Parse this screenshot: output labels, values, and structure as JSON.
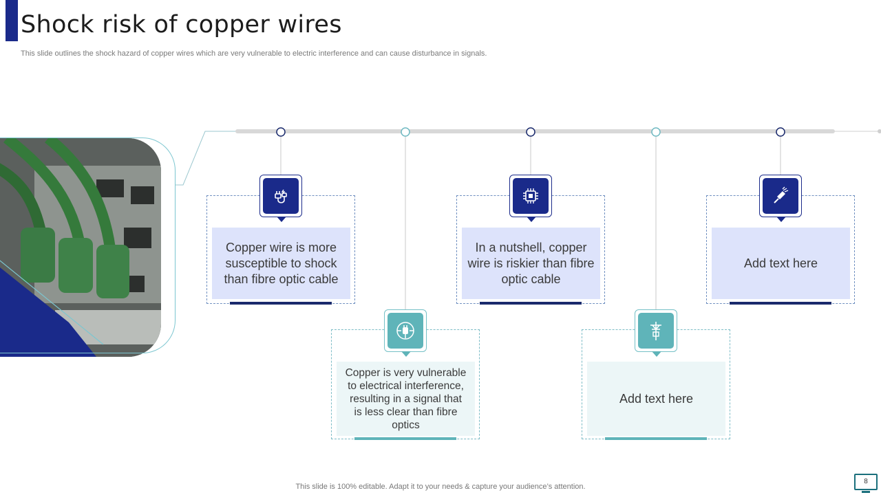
{
  "header": {
    "title": "Shock risk of copper wires",
    "subtitle": "This slide outlines the shock hazard of copper wires which are very vulnerable to electric interference and can cause disturbance in signals."
  },
  "cards": [
    {
      "text": "Copper wire is more susceptible to shock than fibre optic cable",
      "icon": "cable-plug-icon",
      "style": "navy"
    },
    {
      "text": "Copper is very vulnerable  to electrical interference, resulting in a signal that is less clear than fibre optics",
      "icon": "plug-cable-icon",
      "style": "teal"
    },
    {
      "text": "In a nutshell, copper wire is riskier than fibre optic cable",
      "icon": "chip-icon",
      "style": "navy"
    },
    {
      "text": "Add text here",
      "icon": "utility-pole-icon",
      "style": "teal"
    },
    {
      "text": "Add text here",
      "icon": "fiber-optic-icon",
      "style": "navy"
    }
  ],
  "footer": {
    "note": "This slide is 100% editable. Adapt it to your needs & capture your audience’s attention.",
    "page_number": "8"
  },
  "colors": {
    "navy": "#1a2a8a",
    "teal": "#5fb4b9",
    "card_navy_bg": "#dde3fb",
    "card_teal_bg": "#ecf6f7"
  }
}
